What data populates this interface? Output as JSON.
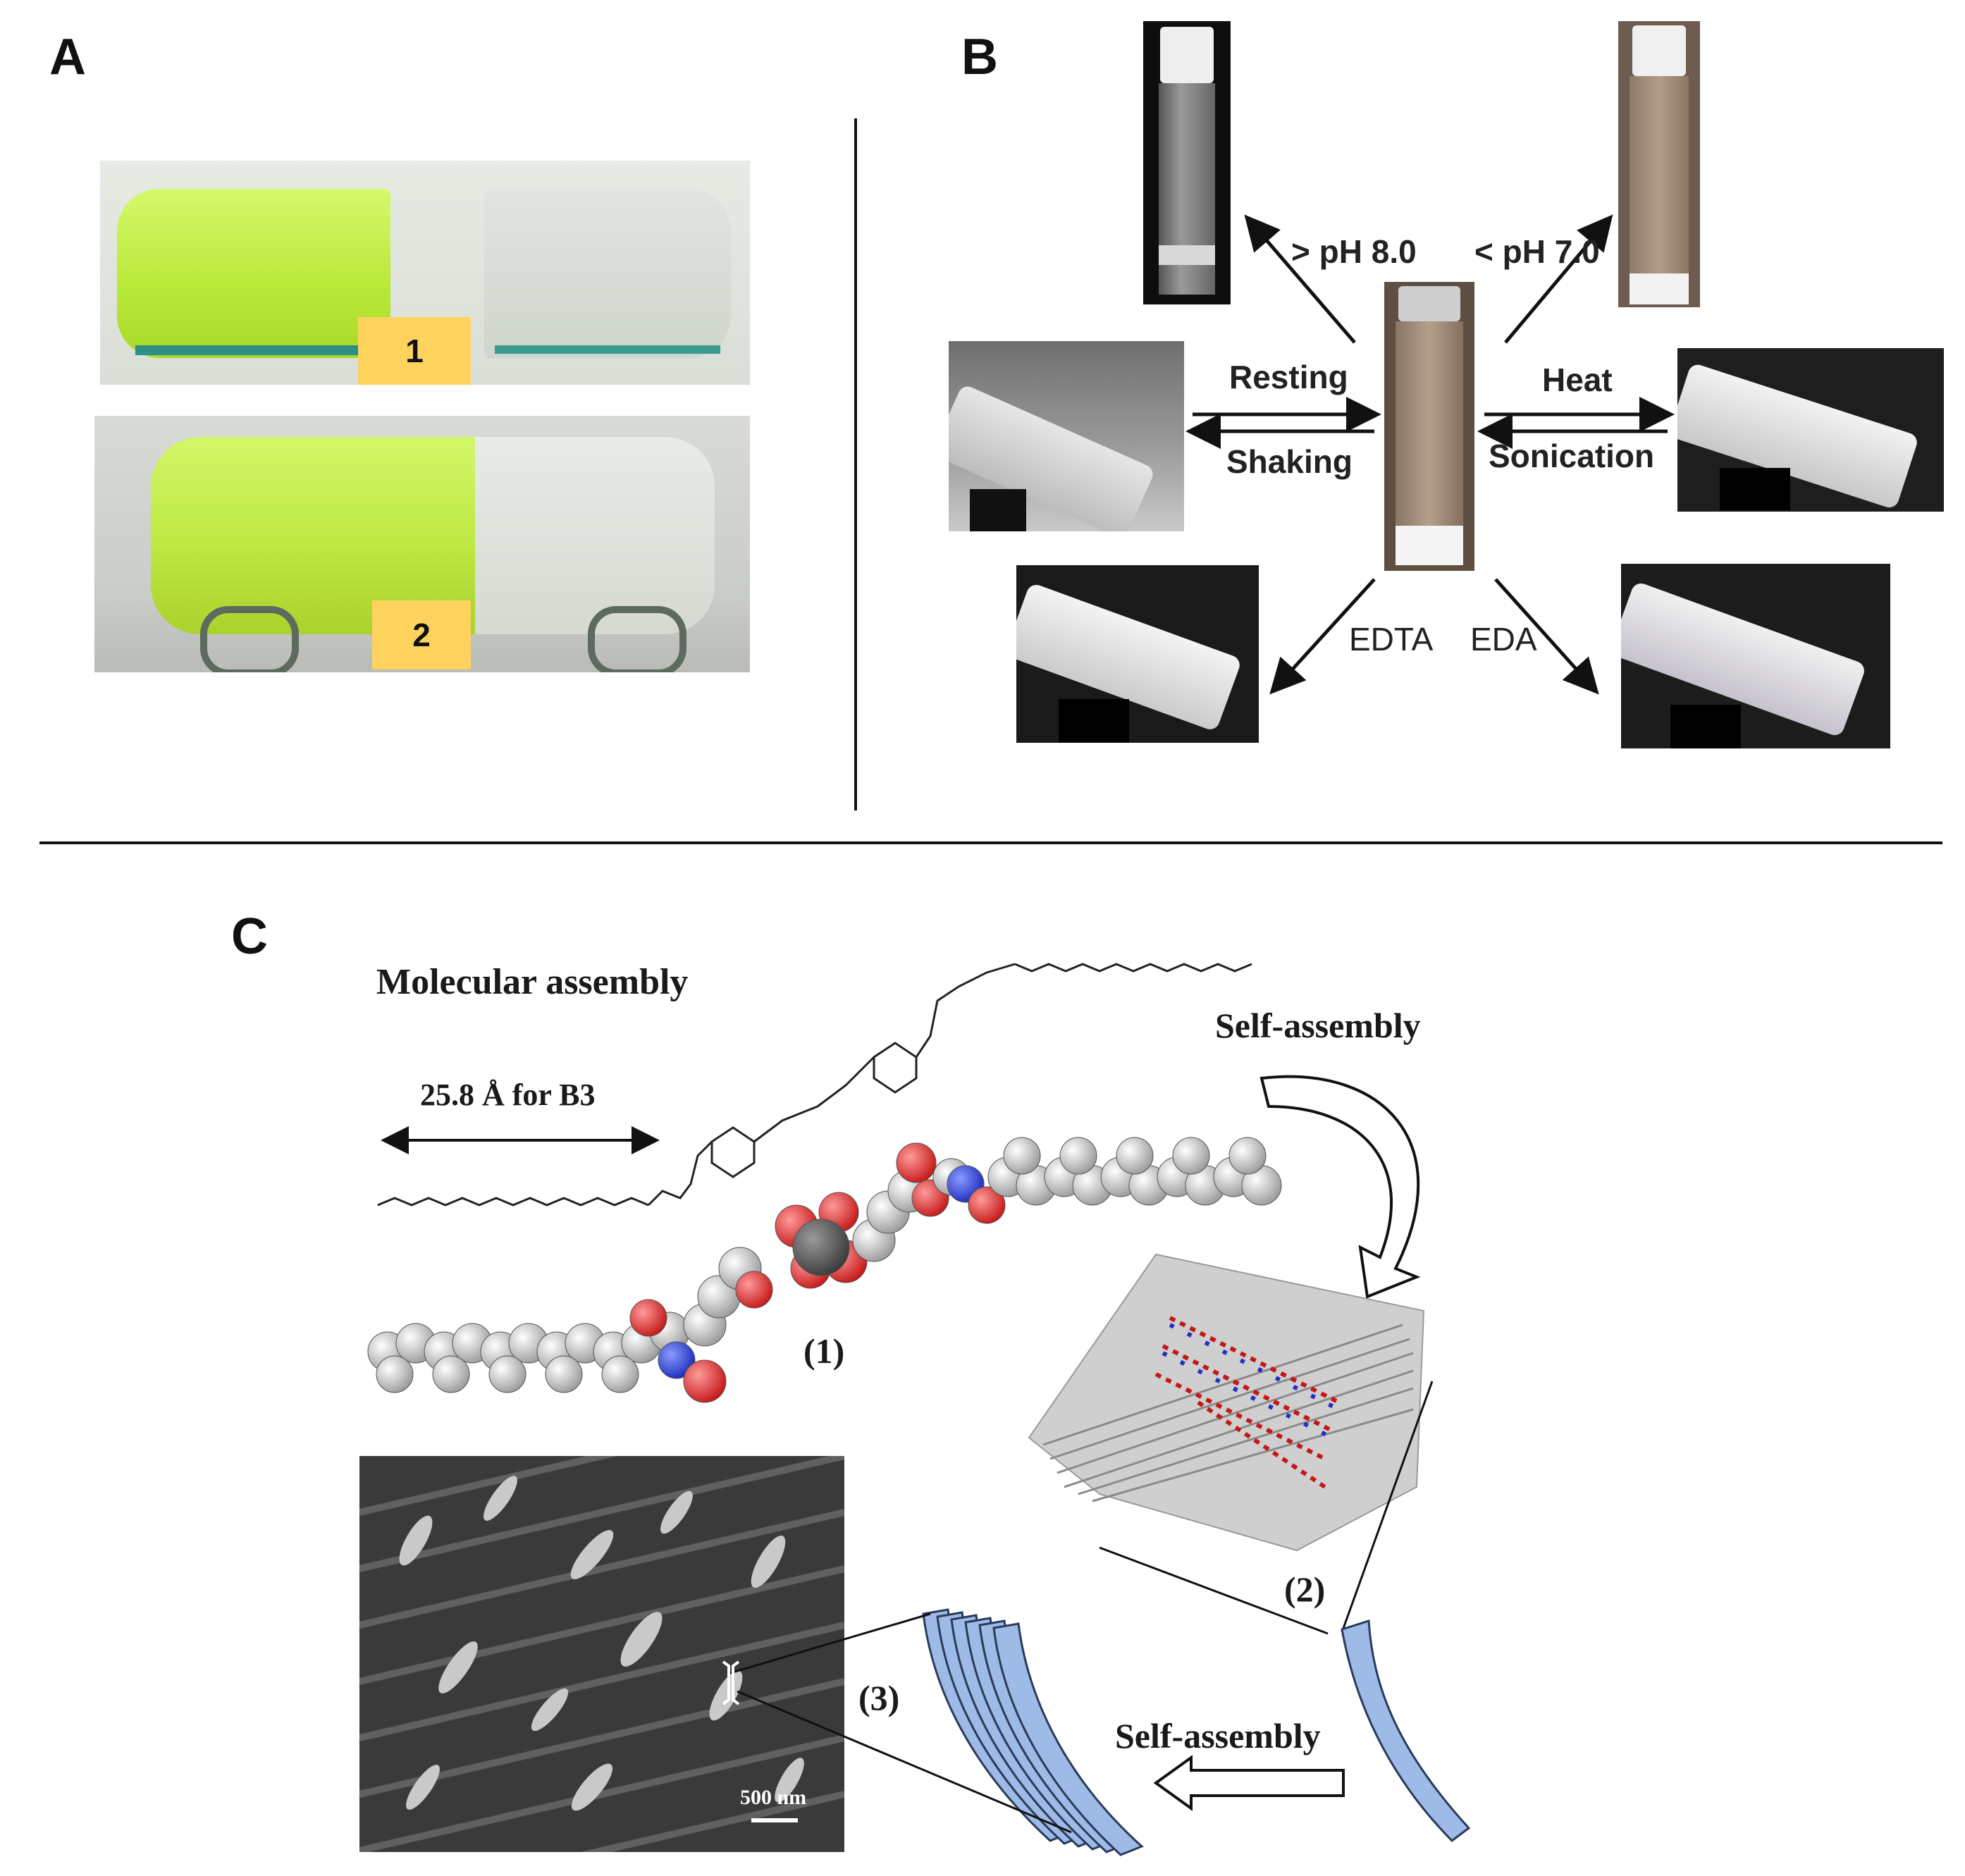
{
  "panels": {
    "a": {
      "letter": "A",
      "tags": [
        "1",
        "2"
      ]
    },
    "b": {
      "letter": "B",
      "conditions": {
        "ph_high": "> pH 8.0",
        "ph_low": "< pH 7.0",
        "resting": "Resting",
        "shaking": "Shaking",
        "heat": "Heat",
        "sonication": "Sonication",
        "edta": "EDTA",
        "eda": "EDA"
      }
    },
    "c": {
      "letter": "C",
      "molecular_assembly": "Molecular assembly",
      "distance_label": "25.8 Å for  B3",
      "self_assembly_top": "Self-assembly",
      "self_assembly_bottom": "Self-assembly",
      "step_1": "(1)",
      "step_2": "(2)",
      "step_3": "(3)",
      "scale_bar": "500 nm"
    }
  },
  "colors": {
    "gel_green": "#c6f04a",
    "tag_yellow": "#fdd35e",
    "sheet_blue": "#9dbbe6",
    "oxygen_red": "#d42020",
    "nitrogen_blue": "#2030c8",
    "carbon_grey": "#bdbdbd"
  }
}
